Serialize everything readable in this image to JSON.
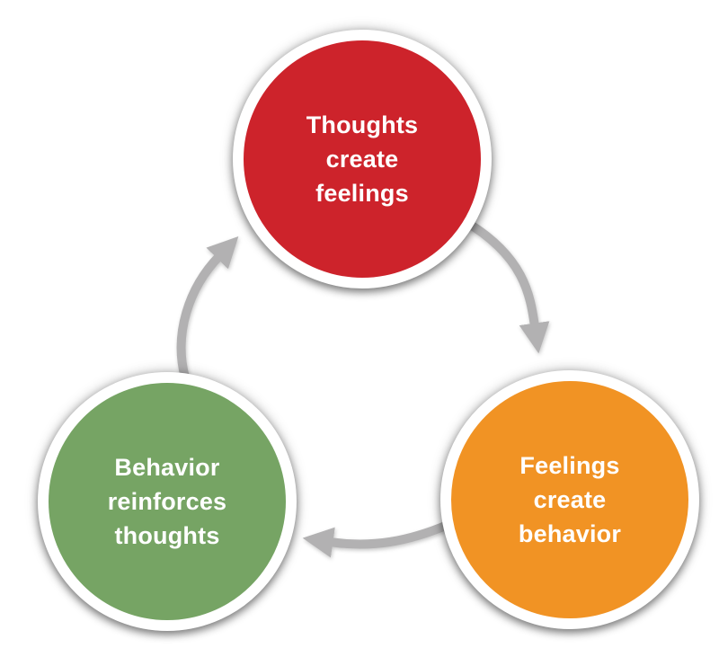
{
  "diagram": {
    "type": "cycle",
    "colors": {
      "node_red": "#cd232b",
      "node_orange": "#f19324",
      "node_green": "#76a464",
      "node_ring": "#ffffff",
      "node_text": "#ffffff",
      "arrow": "#b2b1b2",
      "background": "#ffffff"
    },
    "nodes": [
      {
        "id": "thoughts-create-feelings",
        "lines": [
          "Thoughts",
          "create",
          "feelings"
        ],
        "color": "#cd232b"
      },
      {
        "id": "feelings-create-behavior",
        "lines": [
          "Feelings",
          "create",
          "behavior"
        ],
        "color": "#f19324"
      },
      {
        "id": "behavior-reinforces-thoughts",
        "lines": [
          "Behavior",
          "reinforces",
          "thoughts"
        ],
        "color": "#76a464"
      }
    ],
    "edges": [
      {
        "from": "thoughts-create-feelings",
        "to": "feelings-create-behavior"
      },
      {
        "from": "feelings-create-behavior",
        "to": "behavior-reinforces-thoughts"
      },
      {
        "from": "behavior-reinforces-thoughts",
        "to": "thoughts-create-feelings"
      }
    ]
  }
}
